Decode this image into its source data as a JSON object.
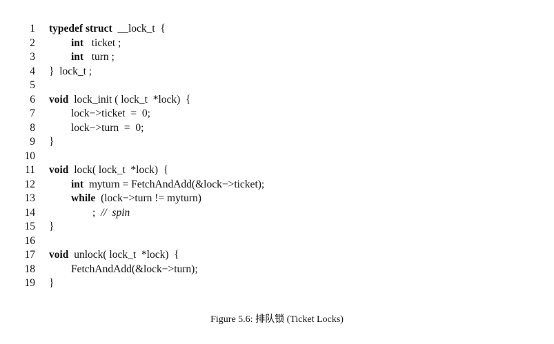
{
  "code": {
    "lines": [
      {
        "num": "1",
        "indent": 0,
        "parts": [
          {
            "t": "typedef struct",
            "kw": true
          },
          {
            "t": "  __lock_t  {"
          }
        ]
      },
      {
        "num": "2",
        "indent": 1,
        "parts": [
          {
            "t": "int",
            "kw": true
          },
          {
            "t": "   ticket ;"
          }
        ]
      },
      {
        "num": "3",
        "indent": 1,
        "parts": [
          {
            "t": "int",
            "kw": true
          },
          {
            "t": "   turn ;"
          }
        ]
      },
      {
        "num": "4",
        "indent": 0,
        "parts": [
          {
            "t": "}  lock_t ;"
          }
        ]
      },
      {
        "num": "5",
        "indent": 0,
        "parts": []
      },
      {
        "num": "6",
        "indent": 0,
        "parts": [
          {
            "t": "void",
            "kw": true
          },
          {
            "t": "  lock_init ( lock_t  *lock)  {"
          }
        ]
      },
      {
        "num": "7",
        "indent": 1,
        "parts": [
          {
            "t": "lock−>ticket  =  0;"
          }
        ]
      },
      {
        "num": "8",
        "indent": 1,
        "parts": [
          {
            "t": "lock−>turn  =  0;"
          }
        ]
      },
      {
        "num": "9",
        "indent": 0,
        "parts": [
          {
            "t": "}"
          }
        ]
      },
      {
        "num": "10",
        "indent": 0,
        "parts": []
      },
      {
        "num": "11",
        "indent": 0,
        "parts": [
          {
            "t": "void",
            "kw": true
          },
          {
            "t": "  lock( lock_t  *lock)  {"
          }
        ]
      },
      {
        "num": "12",
        "indent": 1,
        "parts": [
          {
            "t": "int",
            "kw": true
          },
          {
            "t": "  myturn = FetchAndAdd(&lock−>ticket);"
          }
        ]
      },
      {
        "num": "13",
        "indent": 1,
        "parts": [
          {
            "t": "while",
            "kw": true
          },
          {
            "t": "  (lock−>turn != myturn)"
          }
        ]
      },
      {
        "num": "14",
        "indent": 2,
        "parts": [
          {
            "t": ";  "
          },
          {
            "t": "//  spin",
            "cm": true
          }
        ]
      },
      {
        "num": "15",
        "indent": 0,
        "parts": [
          {
            "t": "}"
          }
        ]
      },
      {
        "num": "16",
        "indent": 0,
        "parts": []
      },
      {
        "num": "17",
        "indent": 0,
        "parts": [
          {
            "t": "void",
            "kw": true
          },
          {
            "t": "  unlock( lock_t  *lock)  {"
          }
        ]
      },
      {
        "num": "18",
        "indent": 1,
        "parts": [
          {
            "t": "FetchAndAdd(&lock−>turn);"
          }
        ]
      },
      {
        "num": "19",
        "indent": 0,
        "parts": [
          {
            "t": "}"
          }
        ]
      }
    ]
  },
  "caption": "Figure 5.6: 排队锁 (Ticket Locks)"
}
